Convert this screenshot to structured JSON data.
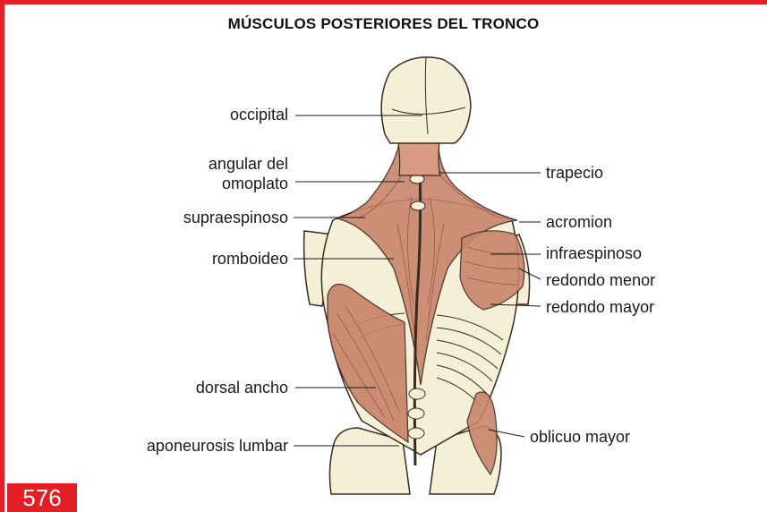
{
  "title": "MÚSCULOS POSTERIORES DEL TRONCO",
  "page_number": "576",
  "labels_left": {
    "occipital": "occipital",
    "angular_line1": "angular del",
    "angular_line2": "omoplato",
    "supraespinoso": "supraespinoso",
    "romboideo": "romboideo",
    "dorsal_ancho": "dorsal ancho",
    "aponeurosis_lumbar": "aponeurosis lumbar"
  },
  "labels_right": {
    "trapecio": "trapecio",
    "acromion": "acromion",
    "infraespinoso": "infraespinoso",
    "redondo_menor": "redondo menor",
    "redondo_mayor": "redondo mayor",
    "oblicuo_mayor": "oblicuo mayor"
  },
  "colors": {
    "frame": "#e31e24",
    "muscle": "#c8846a",
    "muscle_dark": "#9a5a44",
    "bone": "#f6efd8",
    "outline": "#3a2a20"
  }
}
